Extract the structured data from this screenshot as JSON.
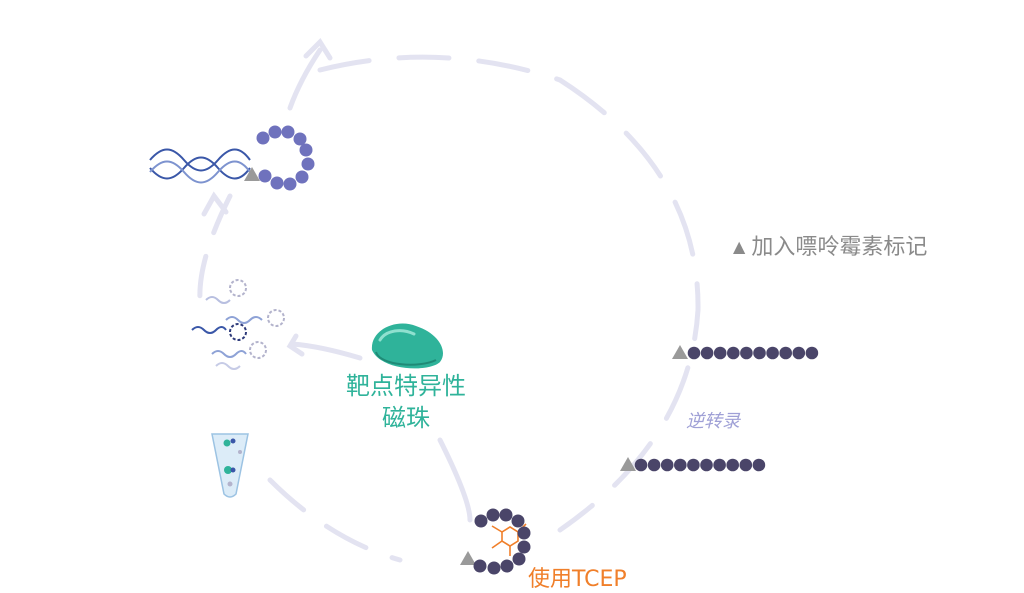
{
  "diagram": {
    "labels": {
      "purine_label": "加入嘌呤霉素标记",
      "target_beads_line1": "靶点特异性",
      "target_beads_line2": "磁珠",
      "reverse_transcription": "逆转录",
      "tcep": "使用TCEP"
    },
    "legend_symbol": "triangle",
    "colors": {
      "cycle_path": "#e3e3f1",
      "bead_light": "#6f72bd",
      "bead_dark": "#4a4569",
      "puromycin_marker": "#9a9a9a",
      "magnetic_bead": "#2fb39a",
      "tcep_bond": "#f07f2a",
      "dna_helix": "#3a57a8",
      "tube_liquid": "#cfe6f6"
    },
    "stages": [
      {
        "name": "mRNA-peptide fusion",
        "beads": 10
      },
      {
        "name": "peptide library",
        "beads": 10
      },
      {
        "name": "reverse transcribed",
        "beads": 10
      },
      {
        "name": "cyclized with TCEP",
        "beads": 10
      },
      {
        "name": "target bead selection"
      },
      {
        "name": "elution tube"
      },
      {
        "name": "library pool"
      }
    ]
  }
}
